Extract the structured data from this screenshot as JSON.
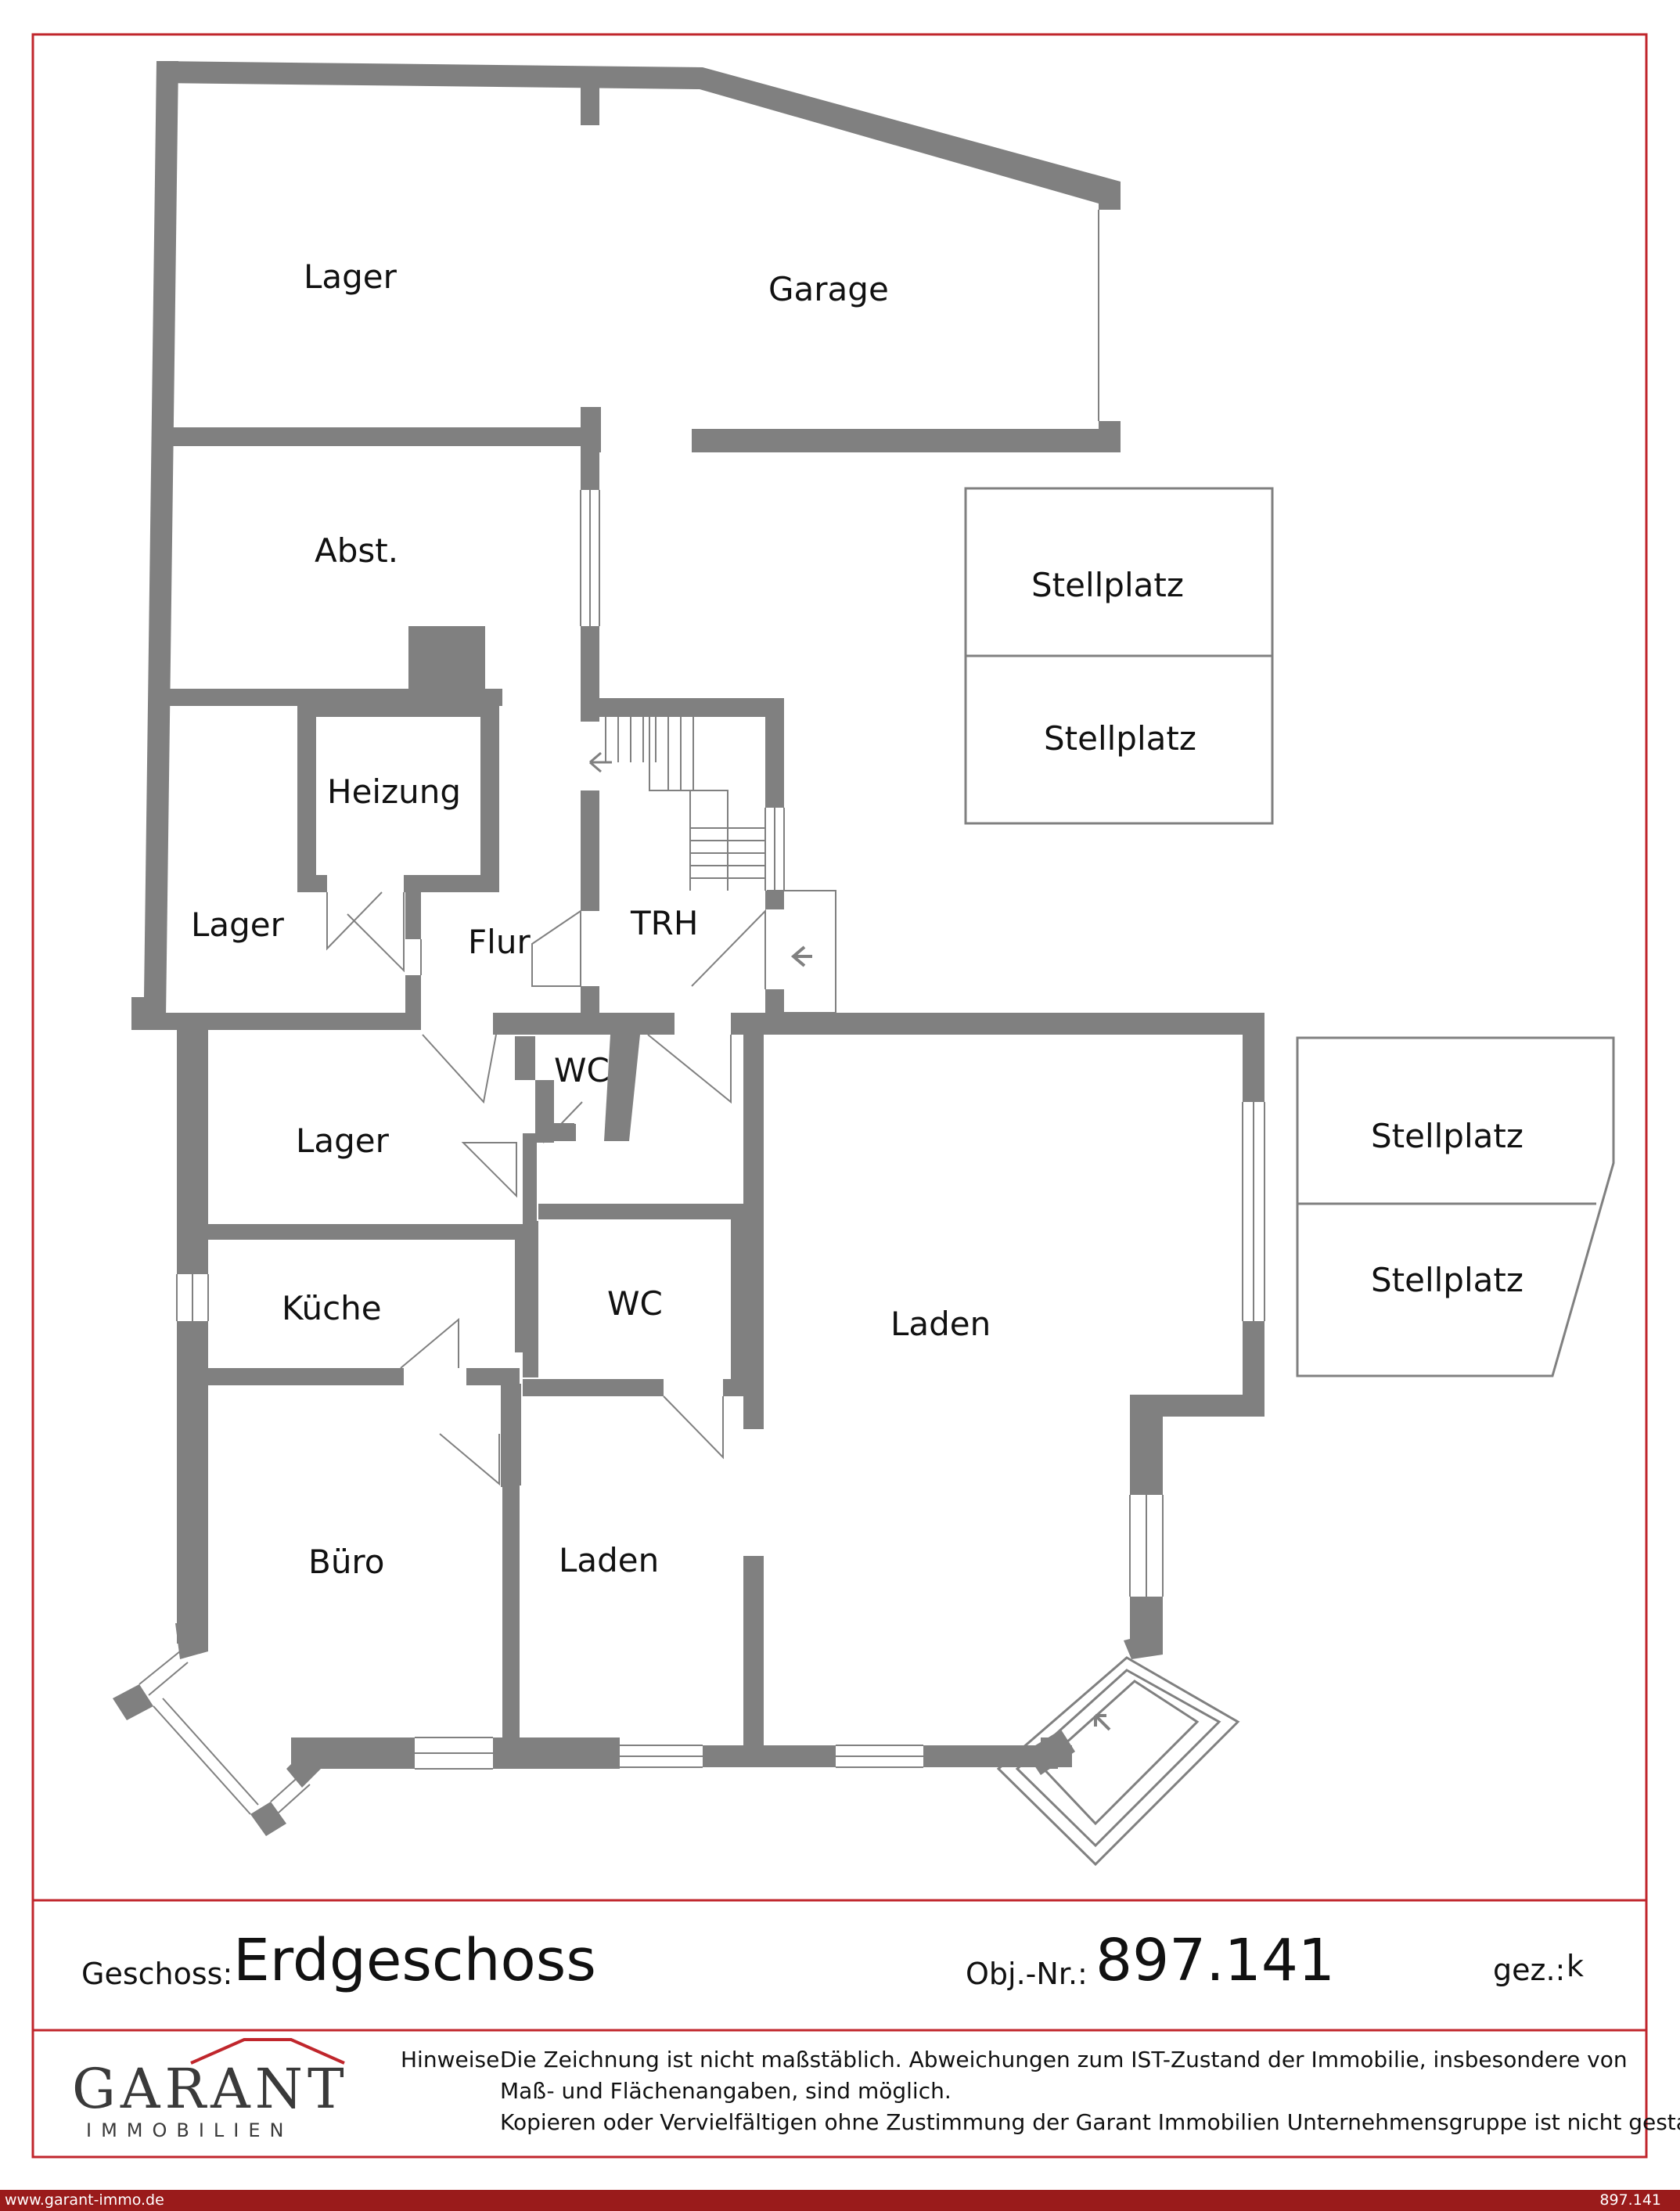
{
  "rooms": {
    "lager_top": "Lager",
    "garage": "Garage",
    "abst": "Abst.",
    "heizung": "Heizung",
    "lager_mid": "Lager",
    "flur": "Flur",
    "trh": "TRH",
    "wc_small": "WC",
    "lager_low": "Lager",
    "kueche": "Küche",
    "wc_large": "WC",
    "laden_large": "Laden",
    "buero": "Büro",
    "laden_small": "Laden"
  },
  "parking": {
    "p1": "Stellplatz",
    "p2": "Stellplatz",
    "p3": "Stellplatz",
    "p4": "Stellplatz"
  },
  "footer": {
    "geschoss_label": "Geschoss:",
    "geschoss_value": "Erdgeschoss",
    "obj_label": "Obj.-Nr.:",
    "obj_value": "897.141",
    "gez_label": "gez.:",
    "gez_value": "k"
  },
  "logo": {
    "word": "GARANT",
    "sub": "IMMOBILIEN"
  },
  "notes": {
    "label": "Hinweise:",
    "line1": "Die Zeichnung ist nicht maßstäblich. Abweichungen zum IST-Zustand der Immobilie, insbesondere von Maß- und Flächenangaben, sind möglich.",
    "line2": "Kopieren oder Vervielfältigen ohne Zustimmung der Garant Immobilien Unternehmensgruppe ist nicht gestattet!"
  },
  "bar": {
    "url": "www.garant-immo.de",
    "number": "897.141"
  },
  "colors": {
    "wall": "#808080",
    "border_red": "#c0262c",
    "bar_red": "#9a1b1b"
  }
}
